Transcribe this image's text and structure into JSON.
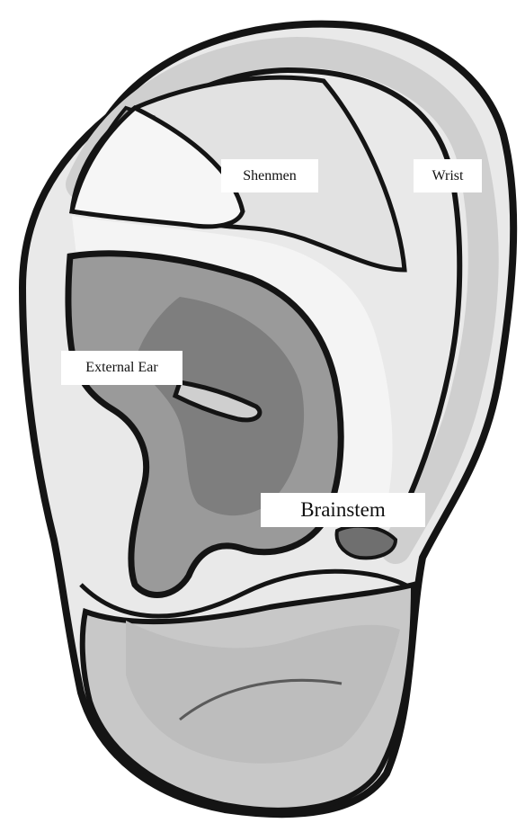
{
  "labels": {
    "shenmen": "Shenmen",
    "wrist": "Wrist",
    "external_ear": "External Ear",
    "brainstem": "Brainstem"
  },
  "colors": {
    "outline": "#141414",
    "helix_fill": "#d8d8d8",
    "fossa_fill": "#e6e6e6",
    "concha_fill": "#9a9a9a",
    "concha_dark": "#7a7a7a",
    "lobe_fill": "#c8c8c8",
    "light_fill": "#f4f4f4"
  }
}
